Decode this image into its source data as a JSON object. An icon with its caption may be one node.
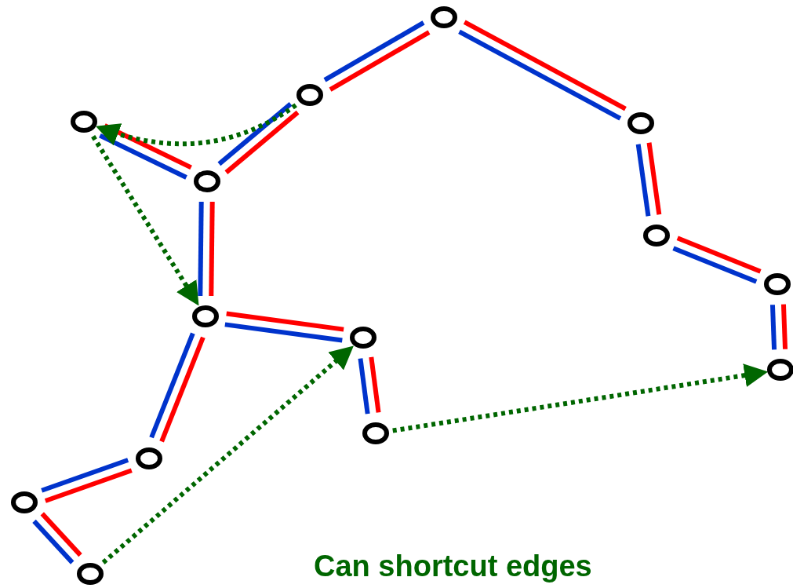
{
  "diagram": {
    "nodes": [
      {
        "text": [],
        "shape": "circle"
      },
      {
        "text": [],
        "shape": "circle"
      },
      {
        "text": [],
        "shape": "circle"
      },
      {
        "text": [],
        "shape": "circle"
      },
      {
        "text": [],
        "shape": "circle"
      },
      {
        "text": [],
        "shape": "circle"
      },
      {
        "text": [],
        "shape": "circle"
      },
      {
        "text": [],
        "shape": "circle"
      },
      {
        "text": [],
        "shape": "circle"
      },
      {
        "text": [],
        "shape": "circle"
      },
      {
        "text": [],
        "shape": "circle"
      },
      {
        "text": [],
        "shape": "circle"
      },
      {
        "text": [],
        "shape": "circle"
      },
      {
        "text": [],
        "shape": "circle"
      }
    ],
    "edges": [
      {
        "from": 0,
        "to": 1,
        "arrow": "none",
        "color": "#0033cc"
      },
      {
        "from": 0,
        "to": 1,
        "arrow": "none",
        "color": "#ff0000"
      },
      {
        "from": 0,
        "to": 3,
        "arrow": "none",
        "color": "#0033cc"
      },
      {
        "from": 0,
        "to": 3,
        "arrow": "none",
        "color": "#ff0000"
      },
      {
        "from": 1,
        "to": 4,
        "arrow": "none",
        "color": "#0033cc"
      },
      {
        "from": 1,
        "to": 4,
        "arrow": "none",
        "color": "#ff0000"
      },
      {
        "from": 2,
        "to": 4,
        "arrow": "none",
        "color": "#0033cc"
      },
      {
        "from": 2,
        "to": 4,
        "arrow": "none",
        "color": "#ff0000"
      },
      {
        "from": 4,
        "to": 7,
        "arrow": "none",
        "color": "#0033cc"
      },
      {
        "from": 4,
        "to": 7,
        "arrow": "none",
        "color": "#ff0000"
      },
      {
        "from": 3,
        "to": 5,
        "arrow": "none",
        "color": "#0033cc"
      },
      {
        "from": 3,
        "to": 5,
        "arrow": "none",
        "color": "#ff0000"
      },
      {
        "from": 5,
        "to": 6,
        "arrow": "none",
        "color": "#0033cc"
      },
      {
        "from": 5,
        "to": 6,
        "arrow": "none",
        "color": "#ff0000"
      },
      {
        "from": 6,
        "to": 9,
        "arrow": "none",
        "color": "#0033cc"
      },
      {
        "from": 6,
        "to": 9,
        "arrow": "none",
        "color": "#ff0000"
      },
      {
        "from": 7,
        "to": 8,
        "arrow": "none",
        "color": "#0033cc"
      },
      {
        "from": 7,
        "to": 8,
        "arrow": "none",
        "color": "#ff0000"
      },
      {
        "from": 8,
        "to": 10,
        "arrow": "none",
        "color": "#0033cc"
      },
      {
        "from": 8,
        "to": 10,
        "arrow": "none",
        "color": "#ff0000"
      },
      {
        "from": 7,
        "to": 11,
        "arrow": "none",
        "color": "#0033cc"
      },
      {
        "from": 7,
        "to": 11,
        "arrow": "none",
        "color": "#ff0000"
      },
      {
        "from": 11,
        "to": 12,
        "arrow": "none",
        "color": "#0033cc"
      },
      {
        "from": 11,
        "to": 12,
        "arrow": "none",
        "color": "#ff0000"
      },
      {
        "from": 12,
        "to": 13,
        "arrow": "none",
        "color": "#0033cc"
      },
      {
        "from": 12,
        "to": 13,
        "arrow": "none",
        "color": "#ff0000"
      },
      {
        "from": 1,
        "to": 2,
        "arrow": "to",
        "style": "dashed",
        "color": "#006600"
      },
      {
        "from": 2,
        "to": 7,
        "arrow": "to",
        "style": "dashed",
        "color": "#006600"
      },
      {
        "from": 13,
        "to": 8,
        "arrow": "to",
        "style": "dashed",
        "color": "#006600"
      },
      {
        "from": 10,
        "to": 9,
        "arrow": "to",
        "style": "dashed",
        "color": "#006600"
      }
    ],
    "labels": [
      "Can shortcut edges"
    ]
  }
}
